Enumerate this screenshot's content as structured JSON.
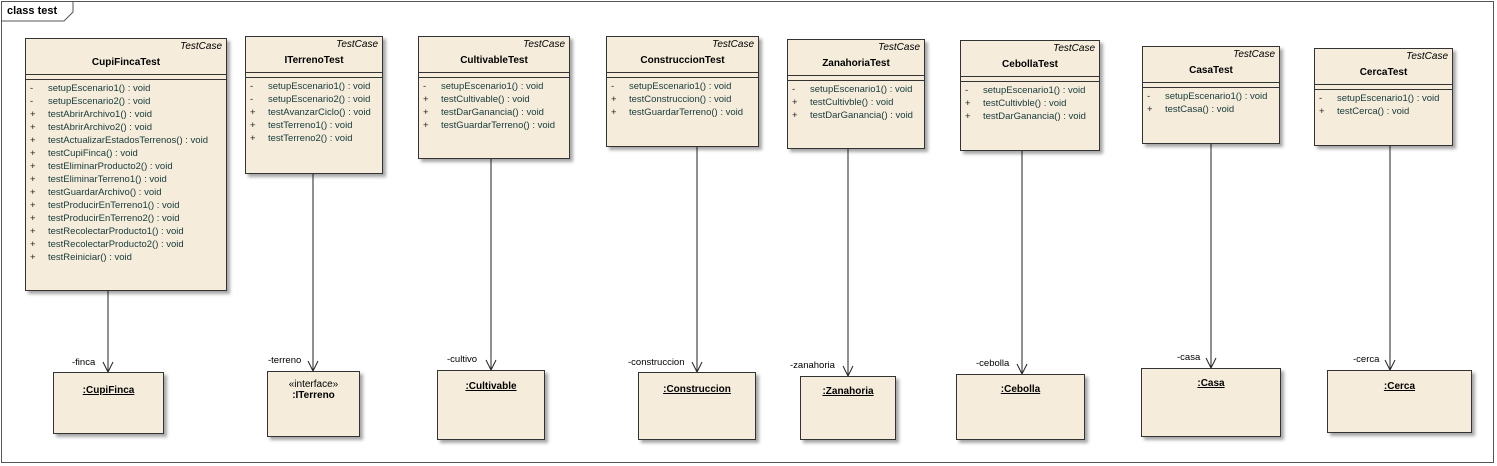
{
  "frame": {
    "title": "class test"
  },
  "classes": [
    {
      "name": "CupiFincaTest",
      "stereotype": "TestCase",
      "ops": [
        {
          "vis": "-",
          "sig": "setupEscenario1() : void"
        },
        {
          "vis": "-",
          "sig": "setupEscenario2() : void"
        },
        {
          "vis": "+",
          "sig": "testAbrirArchivo1() : void"
        },
        {
          "vis": "+",
          "sig": "testAbrirArchivo2() : void"
        },
        {
          "vis": "+",
          "sig": "testActualizarEstadosTerrenos() : void"
        },
        {
          "vis": "+",
          "sig": "testCupiFinca() : void"
        },
        {
          "vis": "+",
          "sig": "testEliminarProducto2() : void"
        },
        {
          "vis": "+",
          "sig": "testEliminarTerreno1() : void"
        },
        {
          "vis": "+",
          "sig": "testGuardarArchivo() : void"
        },
        {
          "vis": "+",
          "sig": "testProducirEnTerreno1() : void"
        },
        {
          "vis": "+",
          "sig": "testProducirEnTerreno2() : void"
        },
        {
          "vis": "+",
          "sig": "testRecolectarProducto1() : void"
        },
        {
          "vis": "+",
          "sig": "testRecolectarProducto2() : void"
        },
        {
          "vis": "+",
          "sig": "testReiniciar() : void"
        }
      ]
    },
    {
      "name": "ITerrenoTest",
      "stereotype": "TestCase",
      "ops": [
        {
          "vis": "-",
          "sig": "setupEscenario1() : void"
        },
        {
          "vis": "-",
          "sig": "setupEscenario2() : void"
        },
        {
          "vis": "+",
          "sig": "testAvanzarCiclo() : void"
        },
        {
          "vis": "+",
          "sig": "testTerreno1() : void"
        },
        {
          "vis": "+",
          "sig": "testTerreno2() : void"
        }
      ]
    },
    {
      "name": "CultivableTest",
      "stereotype": "TestCase",
      "ops": [
        {
          "vis": "-",
          "sig": "setupEscenario1() : void"
        },
        {
          "vis": "+",
          "sig": "testCultivable() : void"
        },
        {
          "vis": "+",
          "sig": "testDarGanancia() : void"
        },
        {
          "vis": "+",
          "sig": "testGuardarTerreno() : void"
        }
      ]
    },
    {
      "name": "ConstruccionTest",
      "stereotype": "TestCase",
      "ops": [
        {
          "vis": "-",
          "sig": "setupEscenario1() : void"
        },
        {
          "vis": "+",
          "sig": "testConstruccion() : void"
        },
        {
          "vis": "+",
          "sig": "testGuardarTerreno() : void"
        }
      ]
    },
    {
      "name": "ZanahoriaTest",
      "stereotype": "TestCase",
      "ops": [
        {
          "vis": "-",
          "sig": "setupEscenario1() : void"
        },
        {
          "vis": "+",
          "sig": "testCultivble() : void"
        },
        {
          "vis": "+",
          "sig": "testDarGanancia() : void"
        }
      ]
    },
    {
      "name": "CebollaTest",
      "stereotype": "TestCase",
      "ops": [
        {
          "vis": "-",
          "sig": "setupEscenario1() : void"
        },
        {
          "vis": "+",
          "sig": "testCultivble() : void"
        },
        {
          "vis": "+",
          "sig": "testDarGanancia() : void"
        }
      ]
    },
    {
      "name": "CasaTest",
      "stereotype": "TestCase",
      "ops": [
        {
          "vis": "-",
          "sig": "setupEscenario1() : void"
        },
        {
          "vis": "+",
          "sig": "testCasa() : void"
        }
      ]
    },
    {
      "name": "CercaTest",
      "stereotype": "TestCase",
      "ops": [
        {
          "vis": "-",
          "sig": "setupEscenario1() : void"
        },
        {
          "vis": "+",
          "sig": "testCerca() : void"
        }
      ]
    }
  ],
  "objects": [
    {
      "name": ":CupiFinca",
      "stereotype": ""
    },
    {
      "name": ":ITerreno",
      "stereotype": "«interface»"
    },
    {
      "name": ":Cultivable",
      "stereotype": ""
    },
    {
      "name": ":Construccion",
      "stereotype": ""
    },
    {
      "name": ":Zanahoria",
      "stereotype": ""
    },
    {
      "name": ":Cebolla",
      "stereotype": ""
    },
    {
      "name": ":Casa",
      "stereotype": ""
    },
    {
      "name": ":Cerca",
      "stereotype": ""
    }
  ],
  "roles": [
    "-finca",
    "-terreno",
    "-cultivo",
    "-construccion",
    "-zanahoria",
    "-cebolla",
    "-casa",
    "-cerca"
  ]
}
